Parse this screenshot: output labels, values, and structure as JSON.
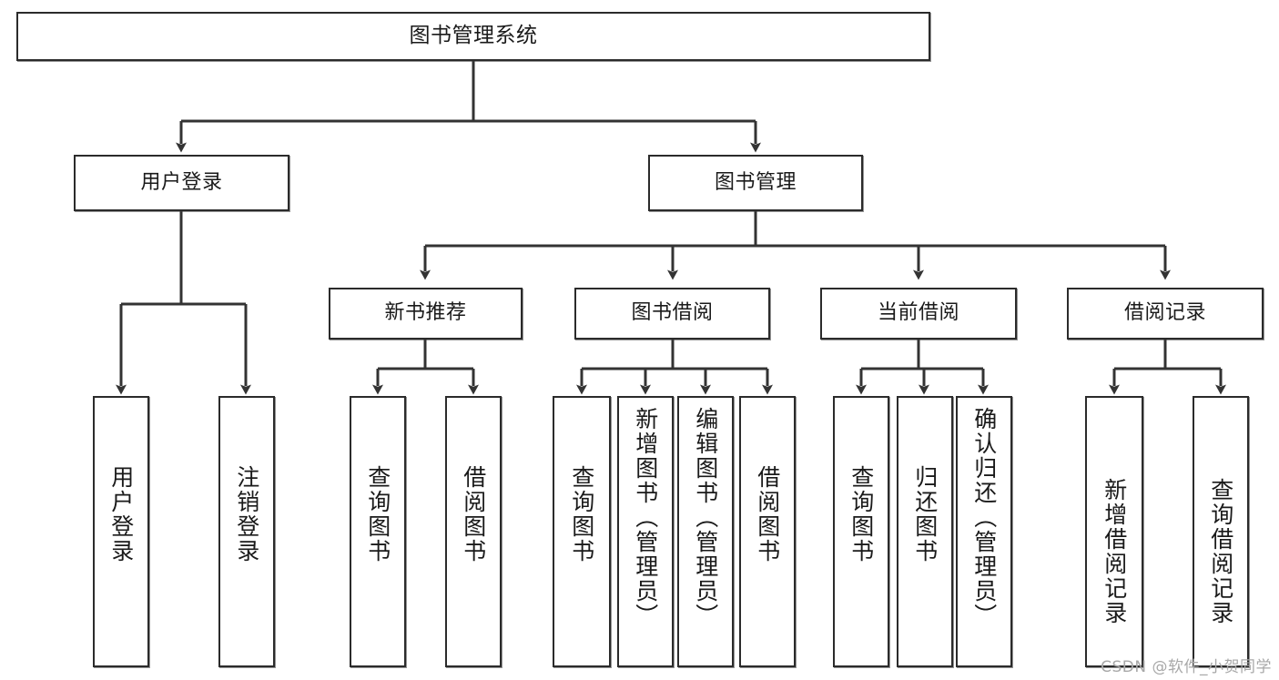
{
  "diagram": {
    "title": "图书管理系统",
    "type": "tree-hierarchy-diagram",
    "watermark": "CSDN @软件_小贺同学",
    "colors": {
      "box_border": "#2b2b2b",
      "box_fill": "#ffffff",
      "connector": "#333333",
      "text": "#1a1a1a",
      "watermark": "#a8a8a8"
    },
    "levels": {
      "root": {
        "label": "图书管理系统"
      },
      "level2": [
        {
          "label": "用户登录"
        },
        {
          "label": "图书管理"
        }
      ],
      "level3": [
        {
          "label": "新书推荐"
        },
        {
          "label": "图书借阅"
        },
        {
          "label": "当前借阅"
        },
        {
          "label": "借阅记录"
        }
      ],
      "leaves_user_login": [
        {
          "label": "用户登录"
        },
        {
          "label": "注销登录"
        }
      ],
      "leaves_new_book": [
        {
          "label": "查询图书"
        },
        {
          "label": "借阅图书"
        }
      ],
      "leaves_borrow": [
        {
          "label": "查询图书"
        },
        {
          "label": "新增图书（管理员）"
        },
        {
          "label": "编辑图书（管理员）"
        },
        {
          "label": "借阅图书"
        }
      ],
      "leaves_current": [
        {
          "label": "查询图书"
        },
        {
          "label": "归还图书"
        },
        {
          "label": "确认归还（管理员）"
        }
      ],
      "leaves_record": [
        {
          "label": "新增借阅记录"
        },
        {
          "label": "查询借阅记录"
        }
      ]
    }
  }
}
